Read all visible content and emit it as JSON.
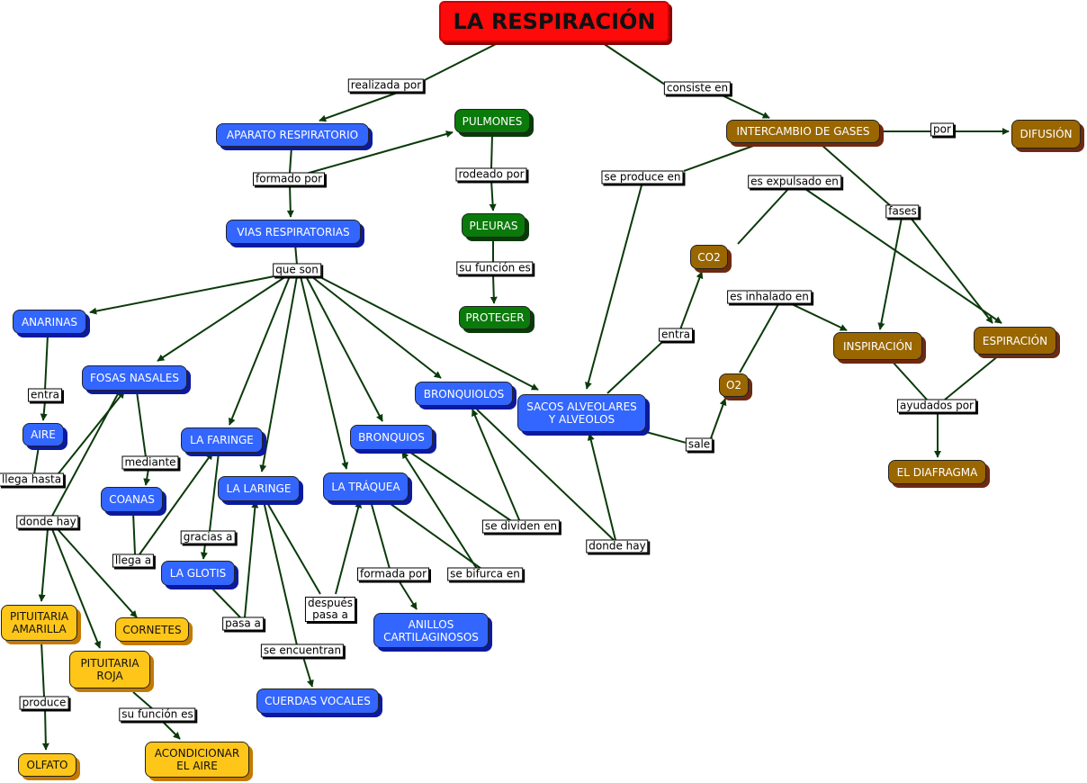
{
  "title": "LA RESPIRACIÓN",
  "nodes": {
    "aparato": "APARATO RESPIRATORIO",
    "pulmones": "PULMONES",
    "pleuras": "PLEURAS",
    "proteger": "PROTEGER",
    "vias": "VIAS RESPIRATORIAS",
    "anarinas": "ANARINAS",
    "fosas": "FOSAS NASALES",
    "aire": "AIRE",
    "coanas": "COANAS",
    "faringe": "LA FARINGE",
    "laringe": "LA LARINGE",
    "glotis": "LA GLOTIS",
    "bronquiolos": "BRONQUIOLOS",
    "bronquios": "BRONQUIOS",
    "traquea": "LA TRÁQUEA",
    "anillos": "ANILLOS\nCARTILAGINOSOS",
    "cuerdas": "CUERDAS VOCALES",
    "sacos": "SACOS ALVEOLARES\nY ALVEOLOS",
    "intercambio": "INTERCAMBIO DE GASES",
    "difusion": "DIFUSIÓN",
    "co2": "CO2",
    "o2": "O2",
    "inspiracion": "INSPIRACIÓN",
    "espiracion": "ESPIRACIÓN",
    "diafragma": "EL DIAFRAGMA",
    "amarilla": "PITUITARIA\nAMARILLA",
    "cornetes": "CORNETES",
    "roja": "PITUITARIA\nROJA",
    "olfato": "OLFATO",
    "acondicionar": "ACONDICIONAR\nEL AIRE"
  },
  "links": {
    "realizada_por": "realizada por",
    "consiste_en": "consiste en",
    "formado_por": "formado por",
    "rodeado_por": "rodeado por",
    "su_funcion_es_1": "su función es",
    "que_son": "que son",
    "por": "por",
    "se_produce_en": "se produce en",
    "es_expulsado_en": "es expulsado en",
    "fases": "fases",
    "entra_1": "entra",
    "llega_hasta": "llega hasta",
    "mediante": "mediante",
    "donde_hay_1": "donde hay",
    "llega_a": "llega a",
    "gracias_a": "gracias a",
    "pasa_a": "pasa a",
    "se_encuentran": "se encuentran",
    "despues_pasa_a": "después\npasa a",
    "formada_por": "formada por",
    "se_bifurca_en": "se bifurca en",
    "se_dividen_en": "se dividen en",
    "donde_hay_2": "donde hay",
    "entra_2": "entra",
    "es_inhalado_en": "es inhalado en",
    "sale": "sale",
    "ayudados_por": "ayudados por",
    "produce": "produce",
    "su_funcion_es_2": "su función es"
  },
  "colors": {
    "blue": "#3366ff",
    "green": "#0a7a0a",
    "brown": "#996600",
    "yellow": "#ffc61a",
    "root": "#ff0a0a",
    "edge": "#0a3a0a"
  }
}
